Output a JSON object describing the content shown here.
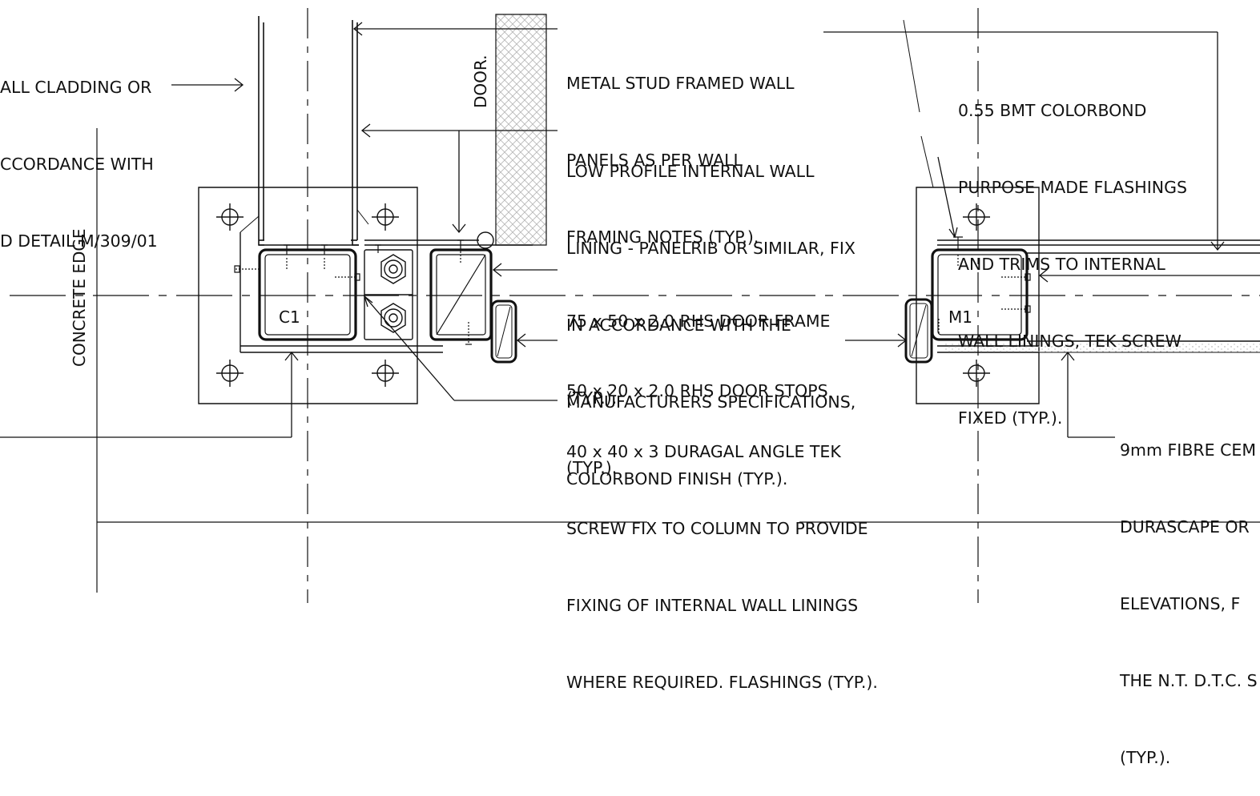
{
  "notes": {
    "cladding": [
      "ALL CLADDING OR",
      "CCORDANCE WITH",
      "D DETAIL M/309/01"
    ],
    "metal_stud": [
      "METAL STUD FRAMED WALL",
      "PANELS AS PER WALL",
      "FRAMING NOTES (TYP.)."
    ],
    "low_profile": [
      "LOW PROFILE INTERNAL WALL",
      "LINING - PANELRIB OR SIMILAR, FIX",
      "IN ACCORDANCE WITH THE",
      "MANUFACTURERS SPECIFICATIONS,",
      "COLORBOND FINISH (TYP.)."
    ],
    "door_frame": [
      "75 x 50 x 2.0 RHS DOOR FRAME",
      "(TYP.)."
    ],
    "door_stops": [
      "50 x 20 x 2.0 RHS DOOR STOPS",
      "(TYP.)."
    ],
    "angle": [
      "40 x 40 x 3 DURAGAL ANGLE TEK",
      "SCREW FIX TO COLUMN TO PROVIDE",
      "FIXING OF INTERNAL WALL LININGS",
      "WHERE REQUIRED. FLASHINGS (TYP.)."
    ],
    "flashings": [
      "0.55 BMT COLORBOND",
      "PURPOSE MADE FLASHINGS",
      "AND TRIMS TO INTERNAL",
      "WALL LININGS, TEK SCREW",
      "FIXED (TYP.)."
    ],
    "fibre_cement": [
      "9mm FIBRE CEM",
      "DURASCAPE OR",
      "ELEVATIONS, F",
      "THE N.T. D.T.C. S",
      "(TYP.)."
    ]
  },
  "tags": {
    "column_c1": "C1",
    "column_m1": "M1"
  },
  "vertical_labels": {
    "concrete_edge": "CONCRETE EDGE",
    "door": "DOOR."
  },
  "colors": {
    "ink": "#111111",
    "hatch": "#b8b8b8",
    "screed": "#9a9a9a"
  }
}
